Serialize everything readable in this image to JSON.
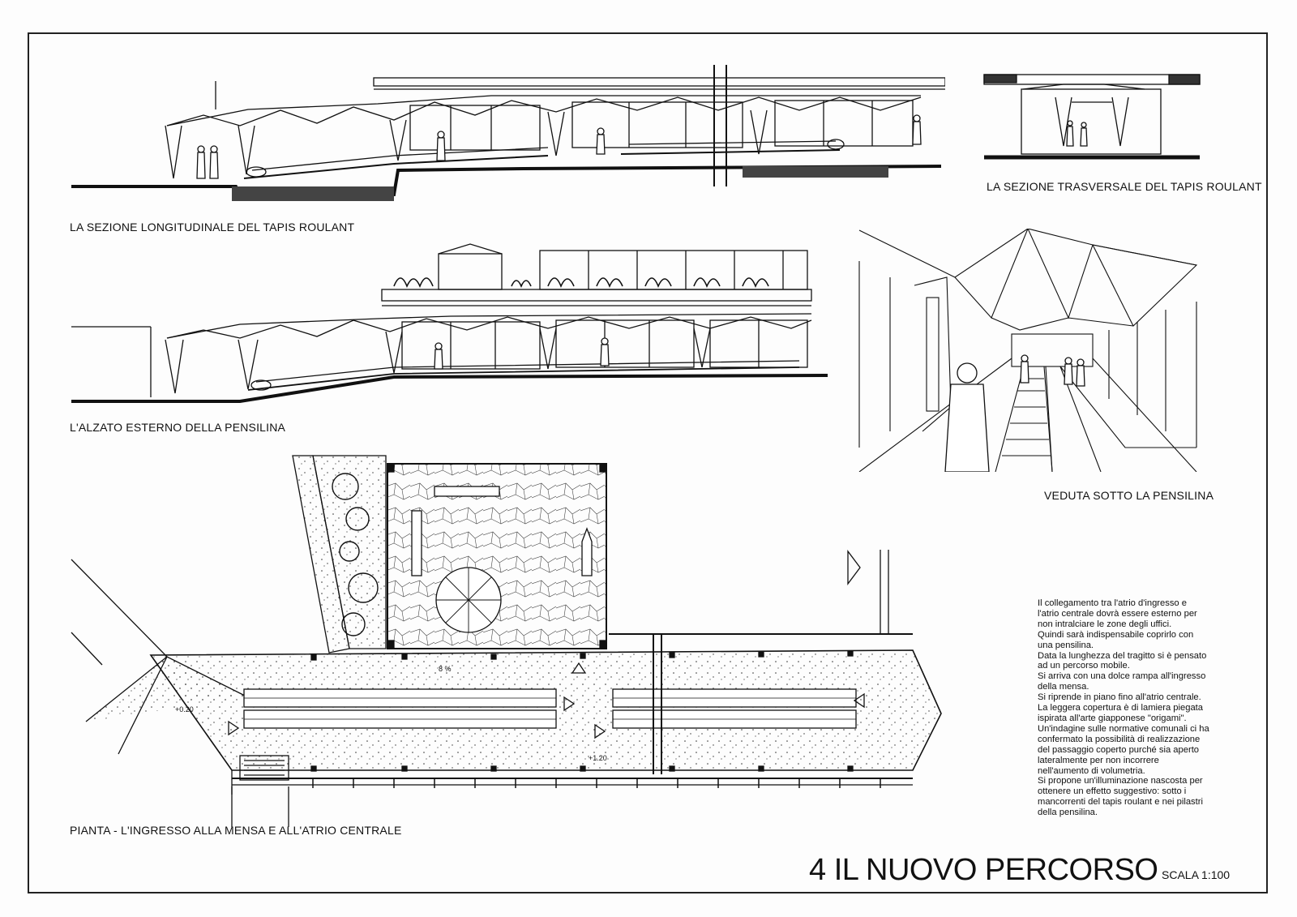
{
  "captions": {
    "longitudinal_section": "LA SEZIONE LONGITUDINALE DEL TAPIS ROULANT",
    "transverse_section": "LA SEZIONE TRASVERSALE DEL TAPIS ROULANT",
    "external_elevation": "L'ALZATO ESTERNO DELLA PENSILINA",
    "perspective_view": "VEDUTA SOTTO LA PENSILINA",
    "plan": "PIANTA - L'INGRESSO ALLA MENSA E ALL'ATRIO CENTRALE"
  },
  "plan_annotations": {
    "slope": "8 %",
    "level_a": "+0.20",
    "level_b": "+1.20"
  },
  "description_lines": [
    "Il collegamento tra l'atrio d'ingresso e",
    "l'atrio centrale dovrà essere esterno per",
    "non intralciare le zone degli uffici.",
    "Quindi sarà  indispensabile coprirlo con",
    "una pensilina.",
    "Data la lunghezza del tragitto si è pensato",
    "ad un percorso mobile.",
    "Si arriva con una dolce rampa all'ingresso",
    "della mensa.",
    "Si riprende in piano fino all'atrio centrale.",
    "La leggera copertura è di lamiera piegata",
    "ispirata all'arte giapponese \"origami\".",
    "Un'indagine sulle normative comunali ci ha",
    "confermato la possibilità di realizzazione",
    "del passaggio coperto purché sia aperto",
    "lateralmente per non incorrere",
    "nell'aumento di volumetria.",
    "Si propone un'illuminazione nascosta per",
    "ottenere un effetto suggestivo: sotto i",
    "mancorrenti del tapis roulant e nei pilastri",
    "della pensilina."
  ],
  "title": {
    "main": "4  IL NUOVO PERCORSO",
    "scale": "SCALA 1:100"
  },
  "colors": {
    "ink": "#111111",
    "paper": "#fdfdfd",
    "hatch": "#333333"
  }
}
